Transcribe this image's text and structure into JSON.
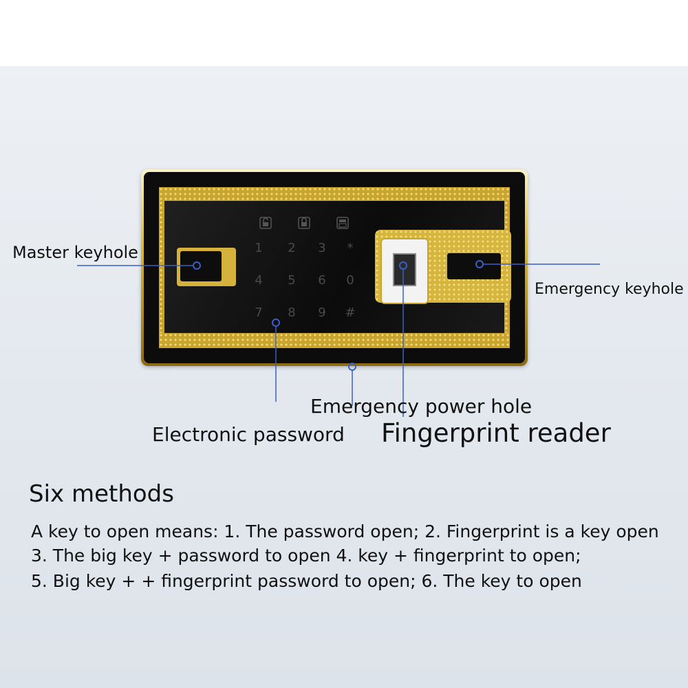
{
  "callouts": {
    "master_keyhole": "Master keyhole",
    "emergency_keyhole": "Emergency keyhole",
    "emergency_power_hole": "Emergency power hole",
    "electronic_password": "Electronic password",
    "fingerprint_reader": "Fingerprint reader"
  },
  "keypad": {
    "keys": [
      "1",
      "2",
      "3",
      "*",
      "4",
      "5",
      "6",
      "0",
      "7",
      "8",
      "9",
      "#"
    ],
    "top_icons": [
      "unlock-icon",
      "lock-icon",
      "save-icon"
    ]
  },
  "methods": {
    "title": "Six methods",
    "lines": [
      "A key to open means: 1. The password open; 2. Fingerprint is a key open",
      "3. The big key + password to open 4. key + fingerprint to open;",
      "5. Big key + + fingerprint password to open; 6. The key to open"
    ]
  },
  "colors": {
    "gold": "#c9a530",
    "callout_line": "#3a5fc8",
    "panel_black": "#141414"
  }
}
